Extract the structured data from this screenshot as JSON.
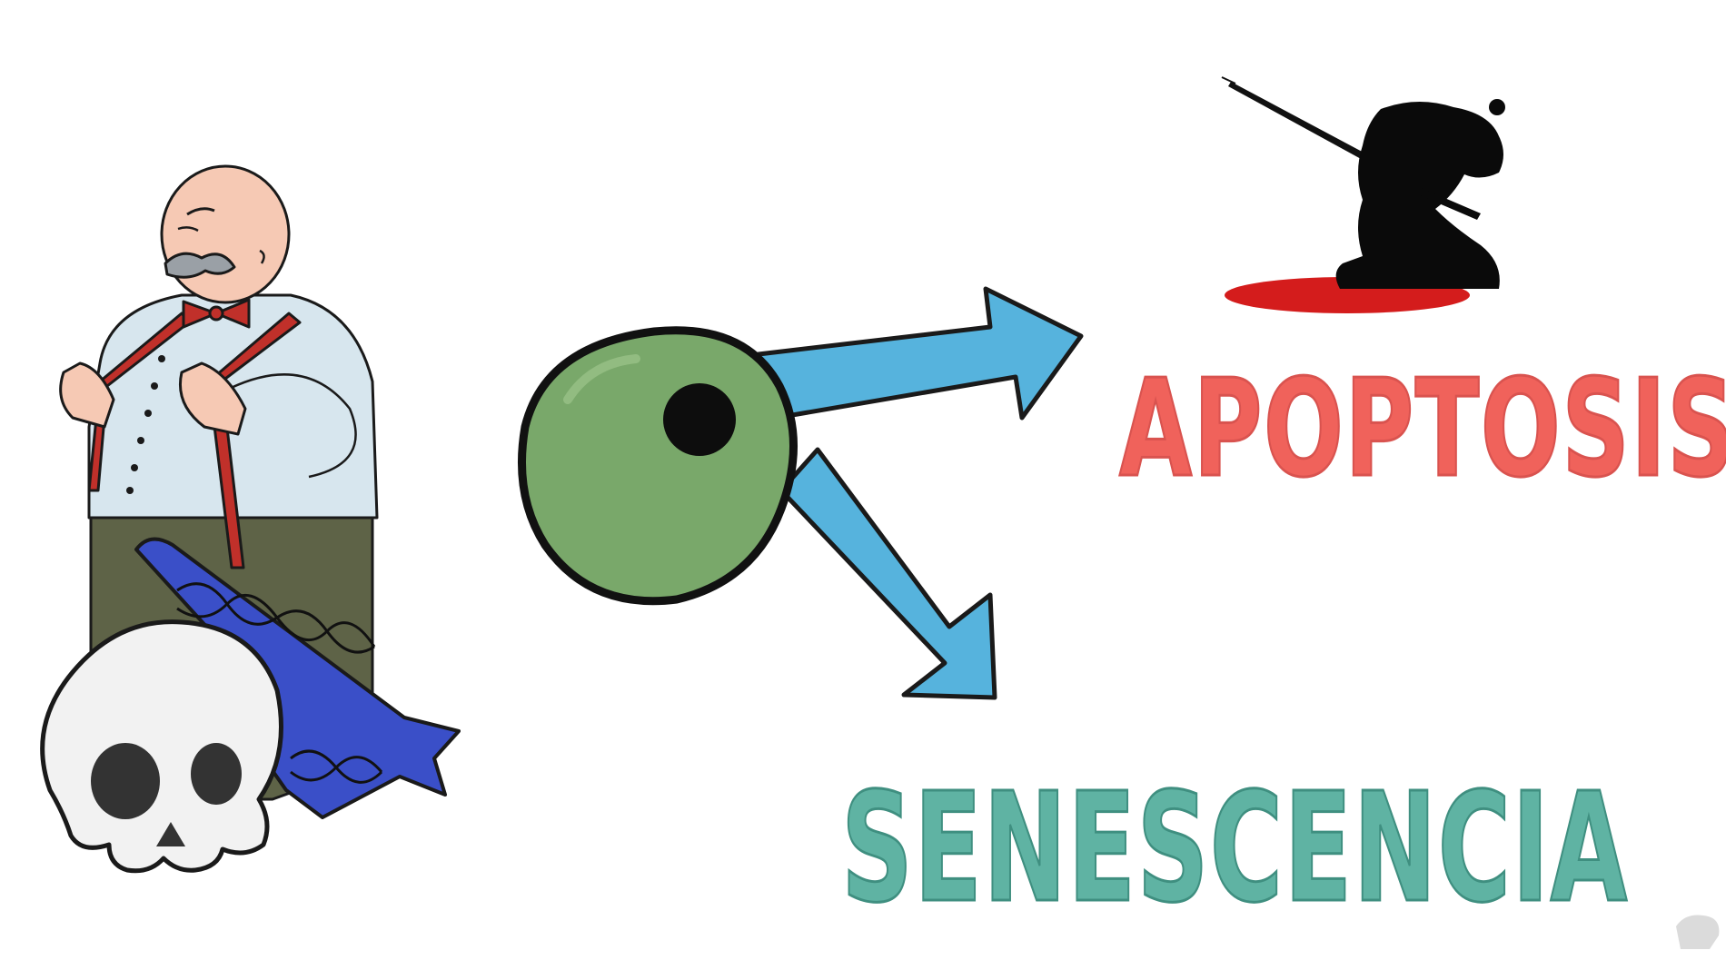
{
  "labels": {
    "apoptosis": "APOPTOSIS",
    "senescencia": "SENESCENCIA"
  },
  "colors": {
    "apoptosis": "#f0625b",
    "senescencia": "#5fb3a3",
    "arrow": "#56b3dd",
    "cell": "#79a86a",
    "blood": "#d41c1c",
    "dna": "#3a4fc8",
    "suspenders": "#c0302a",
    "shirt": "#d7e6ee",
    "trousers": "#5e6347"
  },
  "icons": {
    "old_man": "old-man-illustration",
    "skull": "skull-icon",
    "dna": "dna-strand-icon",
    "cell": "cell-icon",
    "samurai": "kneeling-samurai-icon"
  }
}
